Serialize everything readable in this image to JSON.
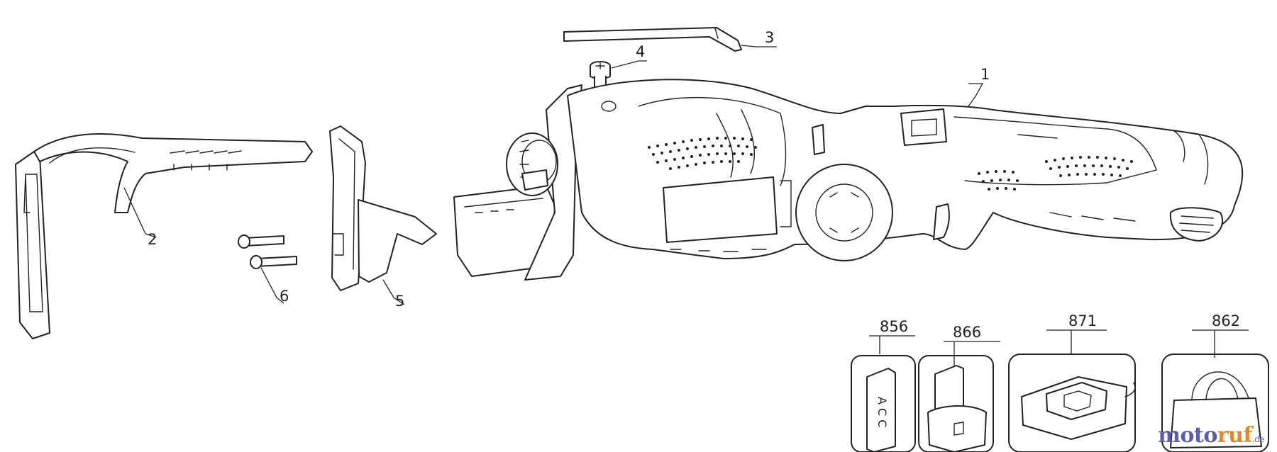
{
  "diagram": {
    "callouts": {
      "p1": "1",
      "p2": "2",
      "p3": "3",
      "p4": "4",
      "p5": "5",
      "p6": "6",
      "acc856": "856",
      "acc866": "866",
      "acc871": "871",
      "acc862": "862"
    },
    "acc_label": "A C C"
  },
  "watermark": {
    "text_a": "moto",
    "text_b": "ruf",
    "tld": ".de"
  }
}
